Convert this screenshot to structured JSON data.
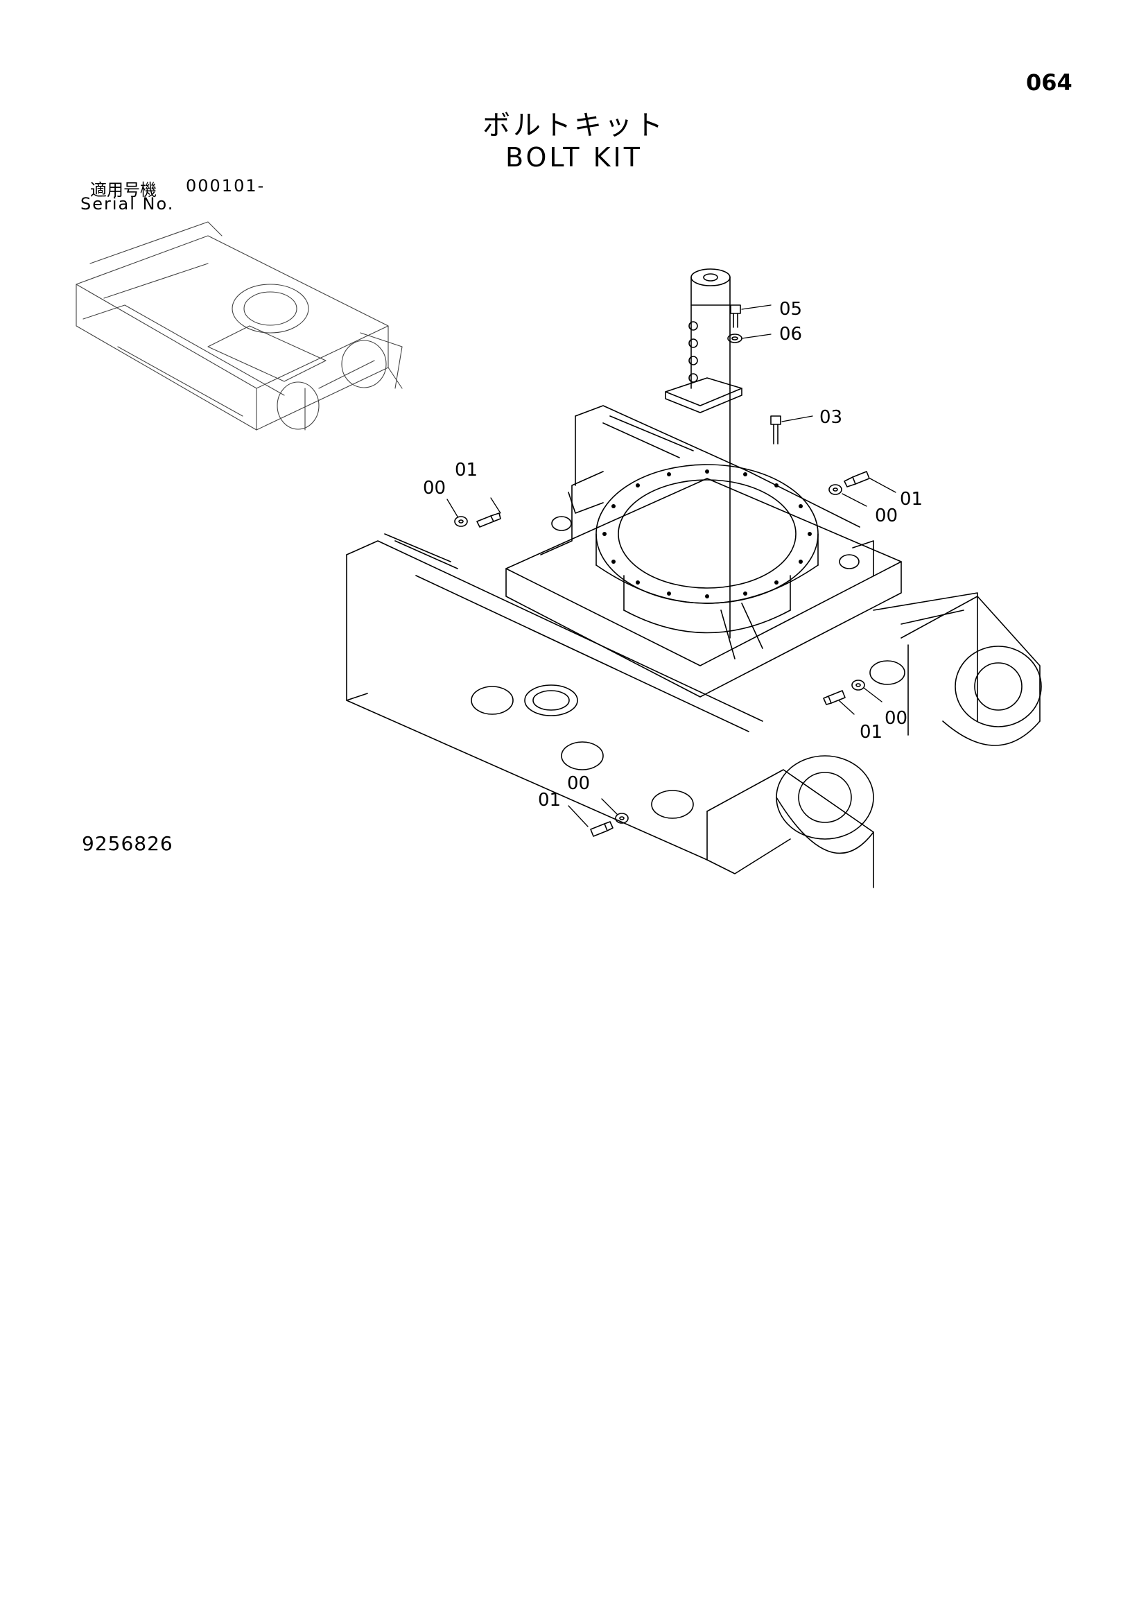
{
  "page_number": "064",
  "title_jp": "ボルトキット",
  "title_en": "BOLT KIT",
  "serial": {
    "label_jp": "適用号機",
    "value": "000101-",
    "label_en": "Serial No."
  },
  "drawing_number": "9256826",
  "part_labels": {
    "p05": "05",
    "p06": "06",
    "p03": "03",
    "p01_left": "01",
    "p00_left": "00",
    "p01_right": "01",
    "p00_right": "00",
    "p01_mid": "01",
    "p00_mid": "00",
    "p01_bottom": "01",
    "p00_bottom": "00"
  }
}
